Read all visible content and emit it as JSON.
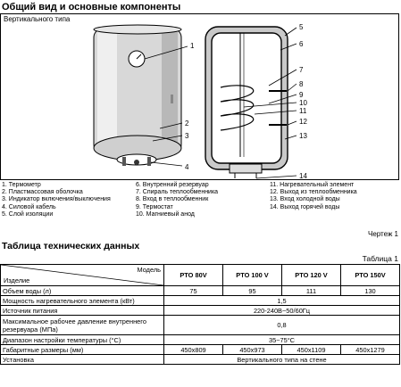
{
  "page": {
    "title": "Общий вид и основные компоненты",
    "subtitle": "Вертикального типа",
    "chart_label": "Чертеж 1",
    "section_title": "Таблица технических данных",
    "table_label": "Таблица 1"
  },
  "callouts": [
    "1",
    "2",
    "3",
    "4",
    "5",
    "6",
    "7",
    "8",
    "9",
    "10",
    "11",
    "12",
    "13",
    "14"
  ],
  "legend": {
    "col1": [
      "1. Термометр",
      "2. Пластмассовая оболочка",
      "3. Индикатор включения/выключения",
      "4. Силовой кабель",
      "5. Слой изоляции"
    ],
    "col2": [
      "6. Внутренний резервуар",
      "7. Спираль теплообменника",
      "8. Вход в теплообменник",
      "9. Термостат",
      "10. Магниевый анод"
    ],
    "col3": [
      "11. Нагревательный элемент",
      "12. Выход из теплообменника",
      "13. Вход холодной воды",
      "14. Выход горячей воды"
    ]
  },
  "table": {
    "corner_model": "Модель",
    "corner_item": "Изделие",
    "models": [
      "PTO 80V",
      "PTO 100 V",
      "PTO 120 V",
      "PTO 150V"
    ],
    "rows": {
      "volume": {
        "label": "Объем воды (л)",
        "values": [
          "75",
          "95",
          "111",
          "130"
        ]
      },
      "power": {
        "label": "Мощность нагревательного элемента (кВт)",
        "value": "1,5"
      },
      "supply": {
        "label": "Источник питания",
        "value": "220-240В~50/60Гц"
      },
      "pressure": {
        "label": "Максимальное рабочее давление внутреннего резервуара (МПа)",
        "value": "0,8"
      },
      "temp": {
        "label": "Диапазон настройки температуры (°С)",
        "value": "35~75°С"
      },
      "dims": {
        "label": "Габаритные размеры (мм)",
        "values": [
          "450x809",
          "450x973",
          "450x1109",
          "450x1279"
        ]
      },
      "install": {
        "label": "Установка",
        "value": "Вертикального типа на стене"
      }
    }
  }
}
